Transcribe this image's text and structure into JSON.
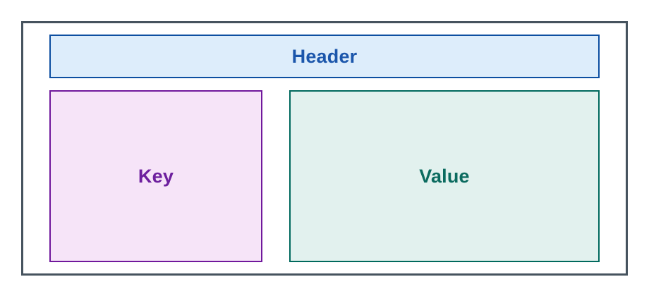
{
  "frame": {
    "border_color": "#46535e"
  },
  "boxes": {
    "header": {
      "label": "Header",
      "fill": "#ddedfb",
      "border_color": "#0d4fa1",
      "text_color": "#1b56ab"
    },
    "key": {
      "label": "Key",
      "fill": "#f6e4f8",
      "border_color": "#70189c",
      "text_color": "#6d1f9e"
    },
    "value": {
      "label": "Value",
      "fill": "#e2f1ee",
      "border_color": "#00695d",
      "text_color": "#0b6b5f"
    }
  }
}
